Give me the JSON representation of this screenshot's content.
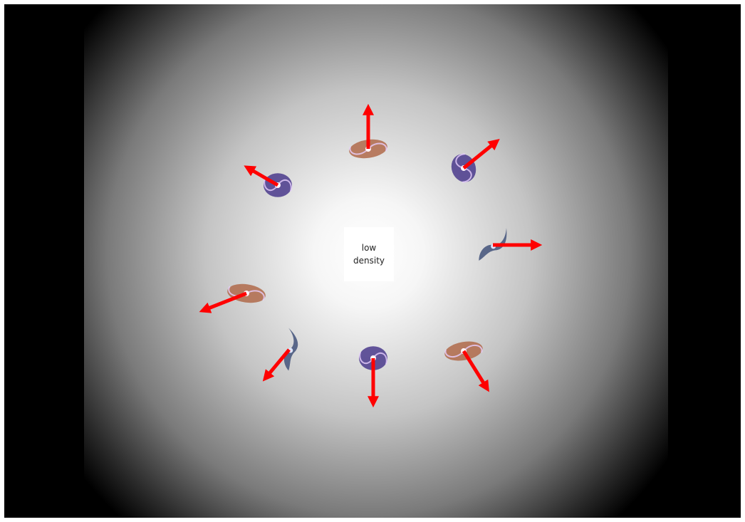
{
  "center_label": {
    "line1": "low",
    "line2": "density"
  },
  "colors": {
    "background_outer": "#000000",
    "background_center": "#ffffff",
    "arrow": "#ff0000",
    "galaxy_spiral_violet": "#4a3a8c",
    "galaxy_spiral_brown": "#b06a4a",
    "galaxy_barred_blue": "#4a5a80"
  },
  "galaxies": [
    {
      "type": "spiral-brown",
      "arrow_direction": "up"
    },
    {
      "type": "spiral-violet",
      "arrow_direction": "up-right"
    },
    {
      "type": "spiral-violet",
      "arrow_direction": "up-left"
    },
    {
      "type": "barred-blue",
      "arrow_direction": "right"
    },
    {
      "type": "spiral-brown",
      "arrow_direction": "left-down"
    },
    {
      "type": "barred-blue",
      "arrow_direction": "down-left"
    },
    {
      "type": "spiral-violet",
      "arrow_direction": "down"
    },
    {
      "type": "spiral-brown",
      "arrow_direction": "down-right"
    }
  ]
}
